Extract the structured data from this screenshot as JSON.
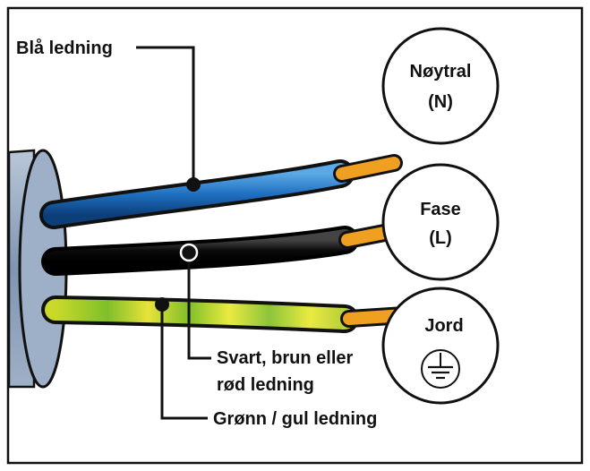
{
  "wires": {
    "blue": {
      "label": "Blå ledning",
      "color": "#1f6fc0"
    },
    "black": {
      "label_line1": "Svart, brun eller",
      "label_line2": "rød ledning",
      "color": "#111111"
    },
    "green_yellow": {
      "label": "Grønn / gul ledning",
      "colors": [
        "#9bc53d",
        "#e8e23a"
      ]
    }
  },
  "terminals": {
    "neutral": {
      "name": "Nøytral",
      "code": "(N)"
    },
    "phase": {
      "name": "Fase",
      "code": "(L)"
    },
    "earth": {
      "name": "Jord",
      "symbol": "earth-ground-icon"
    }
  },
  "copper_color": "#f0a020",
  "cable_color": "#8aa0bb"
}
